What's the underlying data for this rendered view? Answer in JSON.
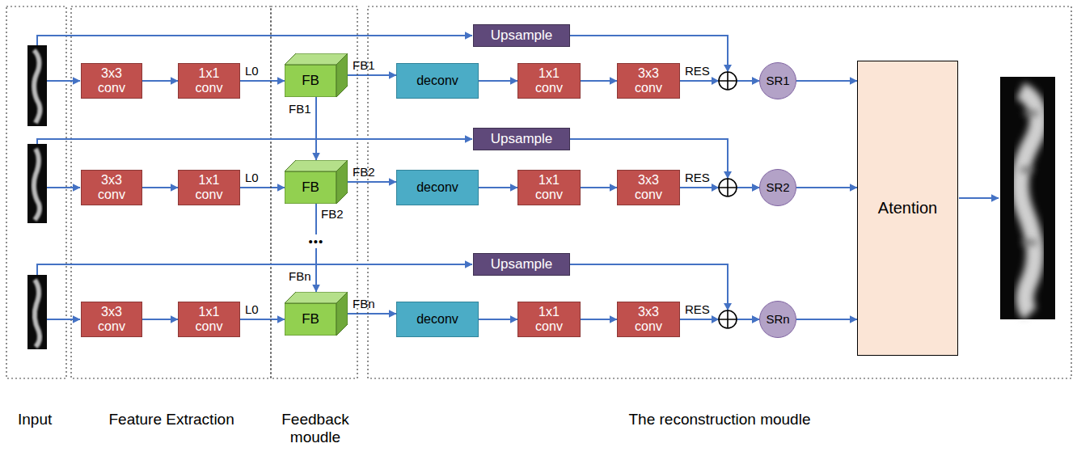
{
  "diagram": {
    "nodes": [
      {
        "text": [
          "Upsample"
        ]
      },
      {
        "text": [
          "3x3 conv"
        ]
      },
      {
        "text": [
          "1x1 conv"
        ]
      },
      {
        "text": [
          "FB"
        ]
      },
      {
        "text": [
          "deconv"
        ]
      },
      {
        "text": [
          "1x1 conv"
        ]
      },
      {
        "text": [
          "3x3 conv"
        ]
      },
      {
        "text": [
          "SR1"
        ]
      },
      {
        "text": [
          "Upsample"
        ]
      },
      {
        "text": [
          "3x3 conv"
        ]
      },
      {
        "text": [
          "1x1 conv"
        ]
      },
      {
        "text": [
          "FB"
        ]
      },
      {
        "text": [
          "deconv"
        ]
      },
      {
        "text": [
          "1x1 conv"
        ]
      },
      {
        "text": [
          "3x3 conv"
        ]
      },
      {
        "text": [
          "SR2"
        ]
      },
      {
        "text": [
          "Upsample"
        ]
      },
      {
        "text": [
          "3x3 conv"
        ]
      },
      {
        "text": [
          "1x1 conv"
        ]
      },
      {
        "text": [
          "FB"
        ]
      },
      {
        "text": [
          "deconv"
        ]
      },
      {
        "text": [
          "1x1 conv"
        ]
      },
      {
        "text": [
          "3x3 conv"
        ]
      },
      {
        "text": [
          "SRn"
        ]
      },
      {
        "text": [
          "Atention"
        ]
      }
    ],
    "edges": [
      {
        "from": 1,
        "to": 2,
        "arrow": "to"
      },
      {
        "from": 2,
        "to": 3,
        "label": "L0",
        "arrow": "to"
      },
      {
        "from": 3,
        "to": 4,
        "label": "FB1",
        "arrow": "to"
      },
      {
        "from": 4,
        "to": 5,
        "arrow": "to"
      },
      {
        "from": 5,
        "to": 6,
        "arrow": "to"
      },
      {
        "from": 6,
        "to": 7,
        "label": "RES",
        "arrow": "to"
      },
      {
        "from": 0,
        "to": 7,
        "arrow": "to"
      },
      {
        "from": 7,
        "to": 24,
        "arrow": "to"
      },
      {
        "from": 9,
        "to": 10,
        "arrow": "to"
      },
      {
        "from": 10,
        "to": 11,
        "label": "L0",
        "arrow": "to"
      },
      {
        "from": 11,
        "to": 12,
        "label": "FB2",
        "arrow": "to"
      },
      {
        "from": 12,
        "to": 13,
        "arrow": "to"
      },
      {
        "from": 13,
        "to": 14,
        "arrow": "to"
      },
      {
        "from": 14,
        "to": 15,
        "label": "RES",
        "arrow": "to"
      },
      {
        "from": 8,
        "to": 15,
        "arrow": "to"
      },
      {
        "from": 15,
        "to": 24,
        "arrow": "to"
      },
      {
        "from": 17,
        "to": 18,
        "arrow": "to"
      },
      {
        "from": 18,
        "to": 19,
        "label": "L0",
        "arrow": "to"
      },
      {
        "from": 19,
        "to": 20,
        "label": "FBn",
        "arrow": "to"
      },
      {
        "from": 20,
        "to": 21,
        "arrow": "to"
      },
      {
        "from": 21,
        "to": 22,
        "arrow": "to"
      },
      {
        "from": 22,
        "to": 23,
        "label": "RES",
        "arrow": "to"
      },
      {
        "from": 16,
        "to": 23,
        "arrow": "to"
      },
      {
        "from": 23,
        "to": 24,
        "arrow": "to"
      },
      {
        "from": 3,
        "to": 11,
        "label": "FB1",
        "arrow": "to"
      },
      {
        "from": 11,
        "to": 19,
        "label": "FB2",
        "arrow": "to"
      }
    ],
    "labels": [
      "FBn",
      "•••",
      "Input",
      "Feature Extraction",
      "Feedback moudle",
      "The reconstruction moudle"
    ]
  }
}
